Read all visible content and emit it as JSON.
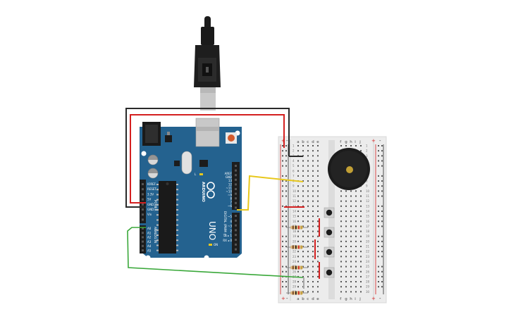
{
  "board": {
    "brand": "ARDUINO",
    "model": "UNO",
    "digital_header": "DIGITAL (PWM ~)",
    "analog_header": "ANALOG IN",
    "power_header": "POWER",
    "tx_label": "TX",
    "rx_label": "RX",
    "on_label": "ON",
    "l_label": "L",
    "digital_pins": [
      "AREF",
      "GND",
      "13",
      "12",
      "~11",
      "~10",
      "~9",
      "8",
      "7",
      "~6",
      "~5",
      "4",
      "~3",
      "2",
      "TX ▸ 1",
      "RX ◂ 0"
    ],
    "power_pins": [
      "IOREF",
      "RESET",
      "3.3V",
      "5V",
      "GND",
      "GND",
      "Vin"
    ],
    "analog_pins": [
      "A0",
      "A1",
      "A2",
      "A3",
      "A4",
      "A5"
    ]
  },
  "breadboard": {
    "col_letters_left": [
      "a",
      "b",
      "c",
      "d",
      "e"
    ],
    "col_letters_right": [
      "f",
      "g",
      "h",
      "i",
      "j"
    ],
    "row_numbers": [
      "1",
      "2",
      "3",
      "4",
      "5",
      "6",
      "7",
      "8",
      "9",
      "10",
      "11",
      "12",
      "13",
      "14",
      "15",
      "16",
      "17",
      "18",
      "19",
      "20",
      "21",
      "22",
      "23",
      "24",
      "25",
      "26",
      "27",
      "28",
      "29",
      "30"
    ],
    "rail_plus": "+",
    "rail_minus": "-"
  },
  "colors": {
    "board_blue": "#24628f",
    "wire_red": "#d42020",
    "wire_black": "#2a2a2a",
    "wire_yellow": "#e8c81c",
    "wire_green": "#3aa83a",
    "breadboard": "#ececec",
    "buzzer": "#1c1c1c",
    "buzzer_center": "#c2a035"
  },
  "components": {
    "resistor_count": 4,
    "pushbutton_count": 4,
    "buzzer_count": 1
  }
}
